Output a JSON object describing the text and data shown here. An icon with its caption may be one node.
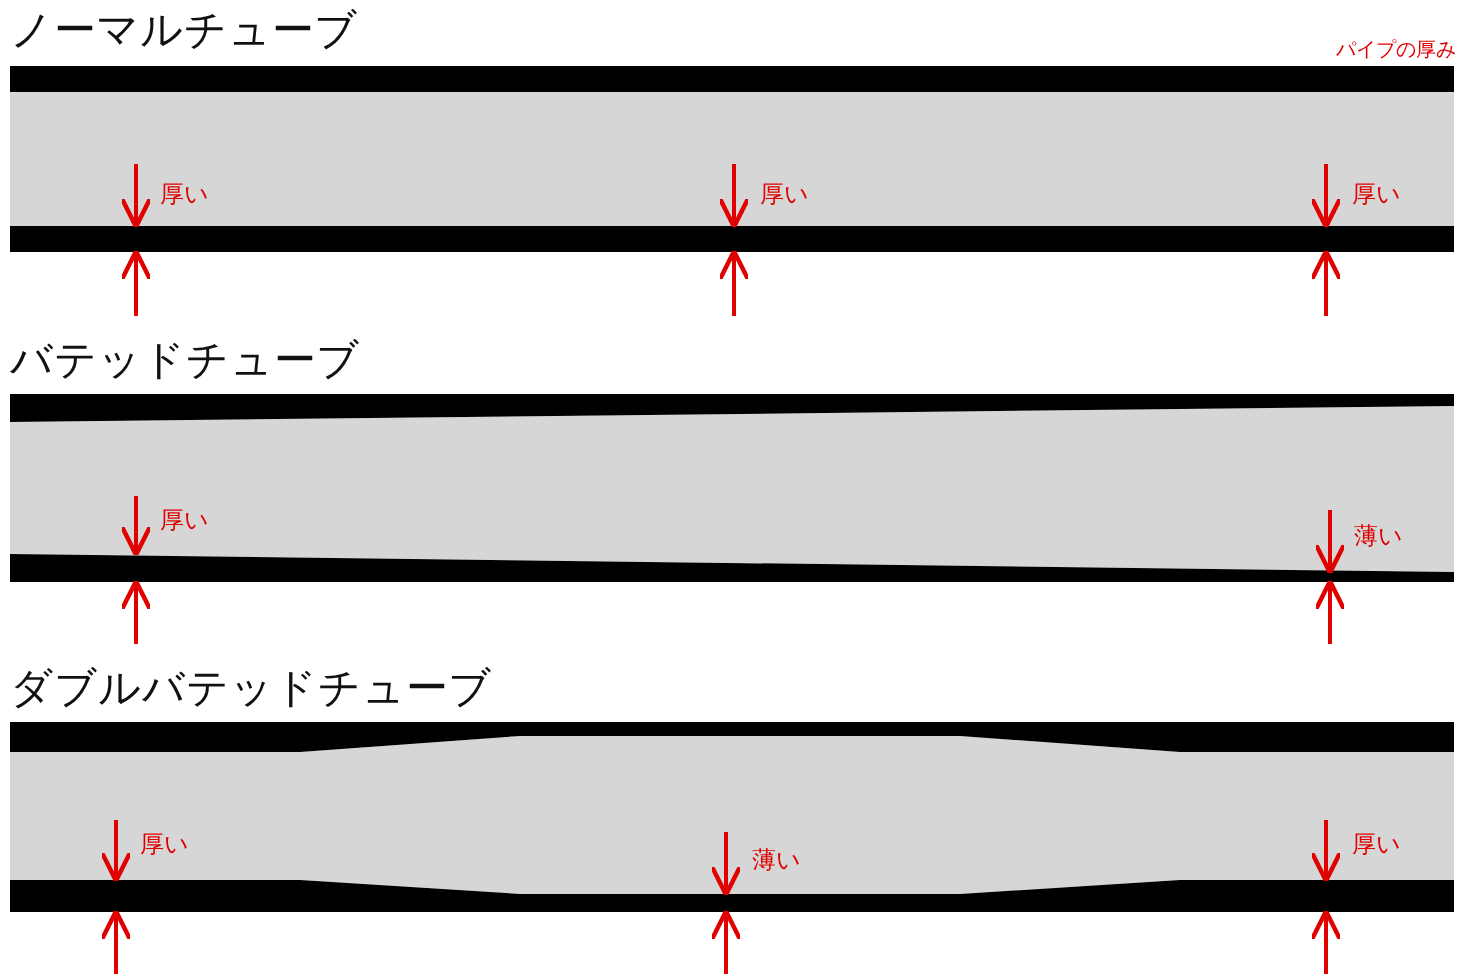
{
  "diagram": {
    "labels": [
      "ノーマルチューブ",
      "パイプの厚み",
      "厚い",
      "厚い",
      "厚い",
      "バテッドチューブ",
      "厚い",
      "薄い",
      "ダブルバテッドチューブ",
      "厚い",
      "薄い",
      "厚い"
    ]
  }
}
